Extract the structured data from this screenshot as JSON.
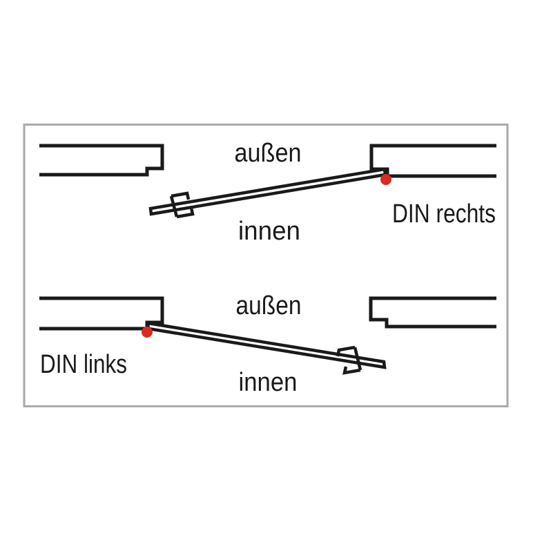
{
  "diagram": {
    "title_meaning": "Door handing diagram (DIN)",
    "top": {
      "outside_label": "außen",
      "inside_label": "innen",
      "din_label": "DIN rechts"
    },
    "bottom": {
      "outside_label": "außen",
      "inside_label": "innen",
      "din_label": "DIN links"
    },
    "colors": {
      "line": "#1a1a1a",
      "hinge_dot": "#db2a21",
      "border": "#a9a9a9",
      "background": "#ffffff"
    }
  }
}
